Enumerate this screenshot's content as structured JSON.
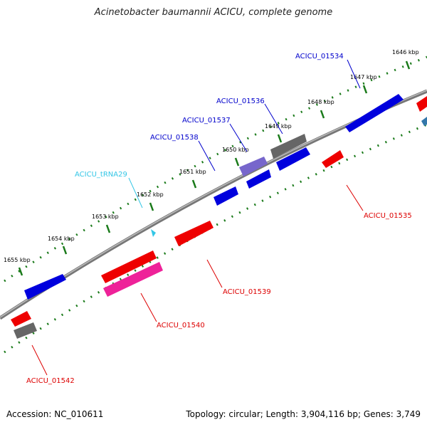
{
  "title": "Acinetobacter baumannii ACICU, complete genome",
  "footer": {
    "accession": "Accession: NC_010611",
    "summary": "Topology: circular; Length: 3,904,116 bp; Genes: 3,749"
  },
  "ticks": [
    "1646 kbp",
    "1647 kbp",
    "1648 kbp",
    "1649 kbp",
    "1650 kbp",
    "1651 kbp",
    "1652 kbp",
    "1653 kbp",
    "1654 kbp",
    "1655 kbp"
  ],
  "genes": [
    {
      "name": "ACICU_01534",
      "color": "#0000cc"
    },
    {
      "name": "ACICU_01536",
      "color": "#0000cc"
    },
    {
      "name": "ACICU_01537",
      "color": "#0000cc"
    },
    {
      "name": "ACICU_01538",
      "color": "#0000cc"
    },
    {
      "name": "ACICU_tRNA29",
      "color": "#33c6e6"
    },
    {
      "name": "ACICU_01535",
      "color": "#dd0000"
    },
    {
      "name": "ACICU_01539",
      "color": "#dd0000"
    },
    {
      "name": "ACICU_01540",
      "color": "#dd0000"
    },
    {
      "name": "ACICU_01542",
      "color": "#dd0000"
    }
  ],
  "colors": {
    "plus_strand": "#0000dd",
    "minus_strand": "#ee0000",
    "pseudo": "#666666",
    "rna": "#7766cc",
    "pink": "#ee2299",
    "trna": "#33c6e6",
    "ruler": "#1a7a1a"
  }
}
